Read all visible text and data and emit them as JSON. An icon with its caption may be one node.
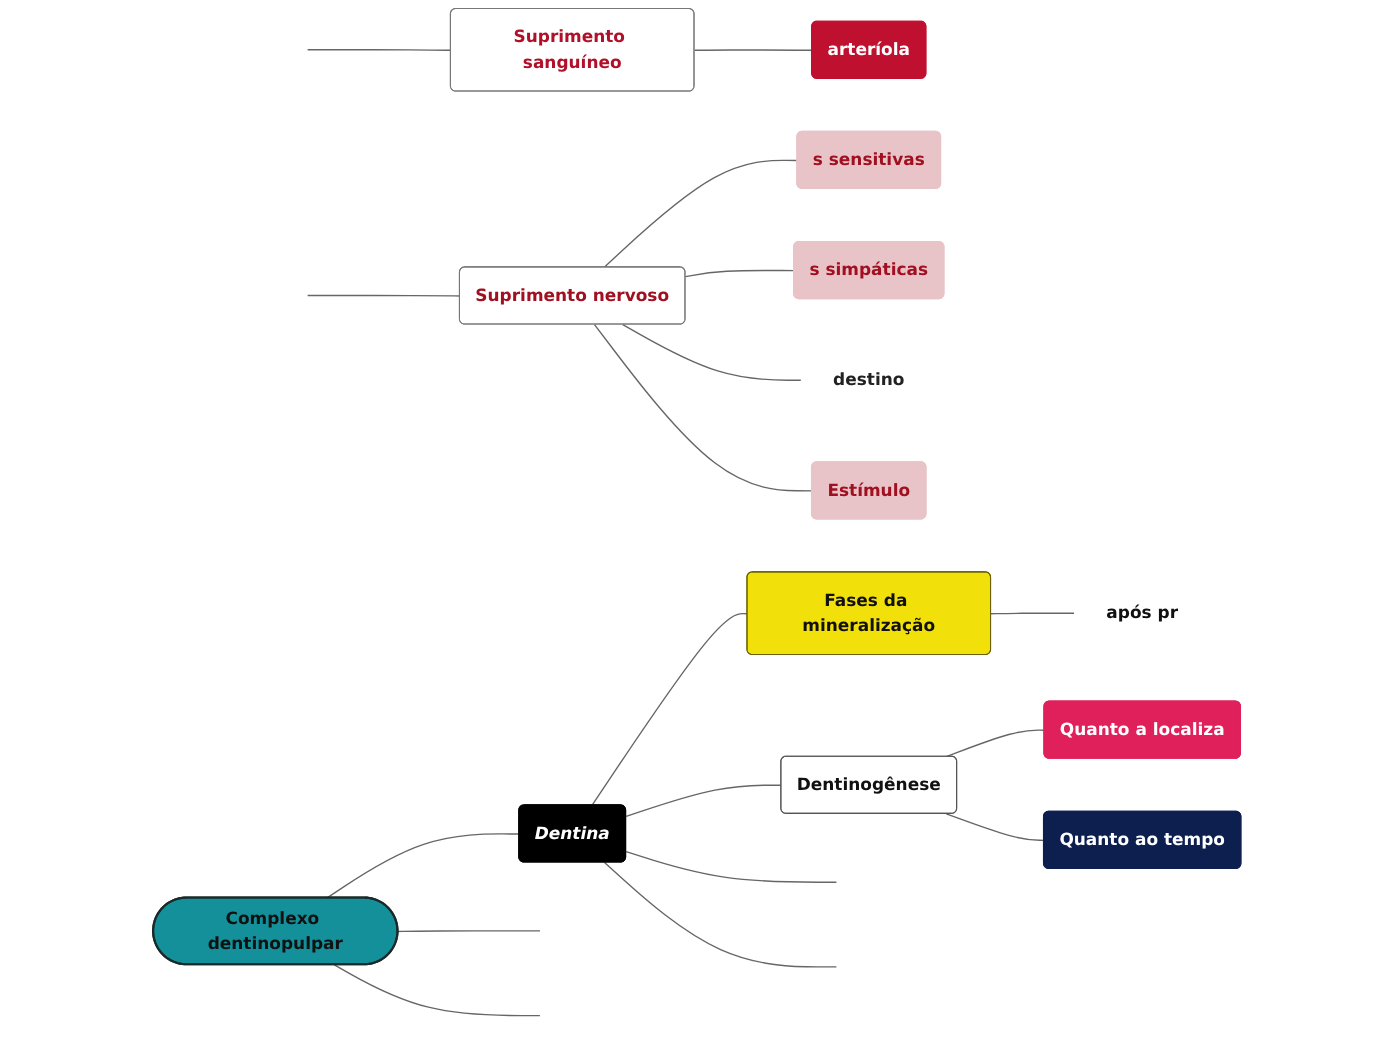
{
  "diagram": {
    "nodes": [
      {
        "text": [
          "Complexo dentinopulpar"
        ]
      },
      {
        "text": [
          "Dentina"
        ]
      },
      {
        "text": [
          "Fases da mineralização"
        ]
      },
      {
        "text": [
          "após pr"
        ]
      },
      {
        "text": [
          "Dentinogênese"
        ]
      },
      {
        "text": [
          "Quanto a localiza"
        ]
      },
      {
        "text": [
          "Quanto ao tempo"
        ]
      },
      {
        "text": [
          "Suprimento sanguíneo"
        ]
      },
      {
        "text": [
          "arteríola"
        ]
      },
      {
        "text": [
          "Suprimento nervoso"
        ]
      },
      {
        "text": [
          "s sensitivas"
        ]
      },
      {
        "text": [
          "s simpáticas"
        ]
      },
      {
        "text": [
          "destino"
        ]
      },
      {
        "text": [
          "Estímulo"
        ]
      }
    ],
    "edges": [
      {
        "from": 0,
        "to": 1,
        "arrow": "none"
      },
      {
        "from": 1,
        "to": 2,
        "arrow": "none"
      },
      {
        "from": 2,
        "to": 3,
        "arrow": "none"
      },
      {
        "from": 1,
        "to": 4,
        "arrow": "none"
      },
      {
        "from": 4,
        "to": 5,
        "arrow": "none"
      },
      {
        "from": 4,
        "to": 6,
        "arrow": "none"
      },
      {
        "from": 7,
        "to": 8,
        "arrow": "none"
      },
      {
        "from": 9,
        "to": 10,
        "arrow": "none"
      },
      {
        "from": 9,
        "to": 11,
        "arrow": "none"
      },
      {
        "from": 9,
        "to": 12,
        "arrow": "none"
      },
      {
        "from": 9,
        "to": 13,
        "arrow": "none"
      },
      {
        "from": null,
        "to": 7,
        "arrow": "none"
      },
      {
        "from": null,
        "to": 9,
        "arrow": "none"
      },
      {
        "from": 0,
        "to": null,
        "arrow": "none"
      },
      {
        "from": 0,
        "to": null,
        "arrow": "none"
      },
      {
        "from": 1,
        "to": null,
        "arrow": "none"
      },
      {
        "from": 1,
        "to": null,
        "arrow": "none"
      }
    ]
  }
}
